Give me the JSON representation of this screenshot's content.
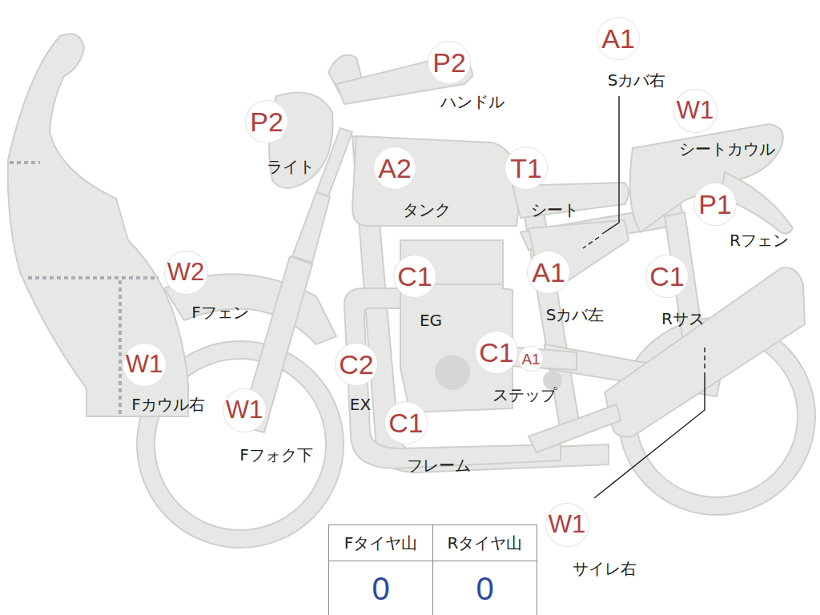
{
  "diagram": {
    "nodes": [
      {
        "text": [
          "A1",
          "Sカバ右"
        ]
      },
      {
        "text": [
          "P2",
          "ハンドル"
        ]
      },
      {
        "text": [
          "W1",
          "シートカウル"
        ]
      },
      {
        "text": [
          "P2",
          "ライト"
        ]
      },
      {
        "text": [
          "A2",
          "タンク"
        ]
      },
      {
        "text": [
          "T1",
          "シート"
        ]
      },
      {
        "text": [
          "P1",
          "Rフェン"
        ]
      },
      {
        "text": [
          "W2",
          "Fフェン"
        ]
      },
      {
        "text": [
          "C1",
          "EG"
        ]
      },
      {
        "text": [
          "A1",
          "Sカバ左"
        ]
      },
      {
        "text": [
          "C1",
          "Rサス"
        ]
      },
      {
        "text": [
          "W1",
          "Fカウル右"
        ]
      },
      {
        "text": [
          "C2",
          "EX"
        ]
      },
      {
        "text": [
          "C1",
          "ステップ"
        ]
      },
      {
        "text": [
          "A1"
        ]
      },
      {
        "text": [
          "W1",
          "Fフォク下"
        ]
      },
      {
        "text": [
          "C1",
          "フレーム"
        ]
      },
      {
        "text": [
          "W1",
          "サイレ右"
        ]
      }
    ],
    "labels": [
      "Fタイヤ山",
      "Rタイヤ山",
      "0",
      "0"
    ]
  }
}
